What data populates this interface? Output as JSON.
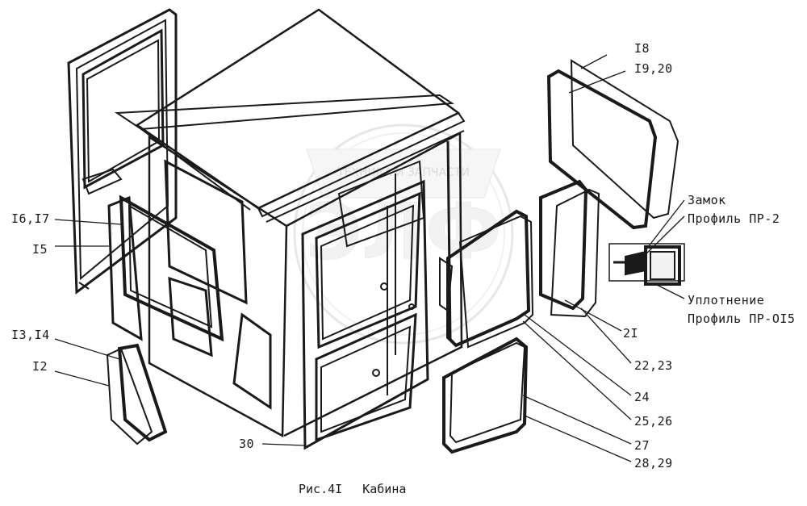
{
  "labels": {
    "l18": "I8",
    "l1920": "I9,20",
    "l1617": "I6,I7",
    "l15": "I5",
    "l1314": "I3,I4",
    "l12": "I2",
    "zamok": "Замок",
    "profil_pr2": "Профиль ПР-2",
    "uplotnenie": "Уплотнение",
    "profil_pr015": "Профиль ПР-OI5",
    "l21": "2I",
    "l2223": "22,23",
    "l24": "24",
    "l2526": "25,26",
    "l27": "27",
    "l2829": "28,29",
    "l30": "30"
  },
  "caption": {
    "figure": "Рис.4I",
    "title": "Кабина"
  },
  "watermark": {
    "text": "ТЕХНИКА И ЗАПЧАСТИ",
    "letters": "ЭЛФ"
  }
}
